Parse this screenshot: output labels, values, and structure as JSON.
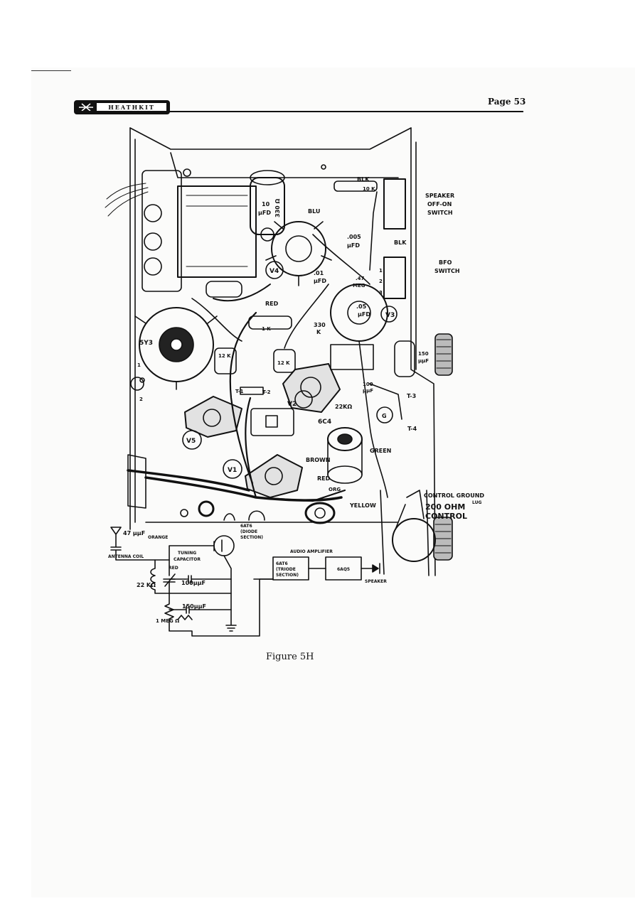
{
  "header": {
    "brand": "HEATHKIT",
    "page_number": "Page 53"
  },
  "figure": {
    "caption": "Figure 5H",
    "labels": {
      "blk_top": "BLK",
      "r_10k": "10 K",
      "speaker_switch": [
        "SPEAKER",
        "OFF-ON",
        "SWITCH"
      ],
      "cap_10ufd": [
        "10",
        "µFD"
      ],
      "r_330": "330 Ω",
      "blu": "BLU",
      "cap_005": [
        ".005",
        "µFD"
      ],
      "blk_mid": "BLK",
      "bfo_switch": [
        "BFO",
        "SWITCH"
      ],
      "v4": "V4",
      "cap_01": [
        ".01",
        "µFD"
      ],
      "r_47meg": [
        ".47",
        "MEG"
      ],
      "red": "RED",
      "cap_05": [
        ".05",
        "µFD"
      ],
      "v3": "V3",
      "r_330k": [
        "330",
        "K"
      ],
      "r_1k": "1 K",
      "tube_5y3": "5Y3",
      "r_12k_a": "12 K",
      "r_12k_b": "12 K",
      "cap_150": [
        "150",
        "µµF"
      ],
      "cap_100": [
        "100",
        "µµF"
      ],
      "t1": "T-1",
      "t2": "T-2",
      "t3": "T-3",
      "t4": "T-4",
      "v2": "V2",
      "r_22k": "22KΩ",
      "g": "G",
      "tube_6c4": "6C4",
      "v5": "V5",
      "v1": "V1",
      "green": "GREEN",
      "brown": "BROWN",
      "red2": "RED",
      "org": "ORG",
      "yellow": "YELLOW",
      "control_ground": [
        "CONTROL GROUND",
        "LUG"
      ],
      "ohm_control": [
        "200 OHM",
        "CONTROL"
      ],
      "lug1": "1",
      "lug2": "2",
      "sw1": "1",
      "sw2": "2",
      "sw3": "3"
    },
    "schematic": {
      "cap_47": "47 µµF",
      "orange": "ORANGE",
      "antenna_coil": "ANTENNA COIL",
      "tuning_capacitor": [
        "TUNING",
        "CAPACITOR"
      ],
      "red": "RED",
      "r_22k": "22 KΩ",
      "cap_100": "100µµF",
      "cap_150": "150µµF",
      "r_1meg": "1 MEG Ω",
      "diode_section": [
        "6AT6",
        "(DIODE",
        "SECTION)"
      ],
      "audio_amplifier": "AUDIO AMPLIFIER",
      "triode_section": [
        "6AT6",
        "(TRIODE",
        "SECTION)"
      ],
      "output_tube": "6AQ5",
      "speaker": "SPEAKER"
    }
  }
}
